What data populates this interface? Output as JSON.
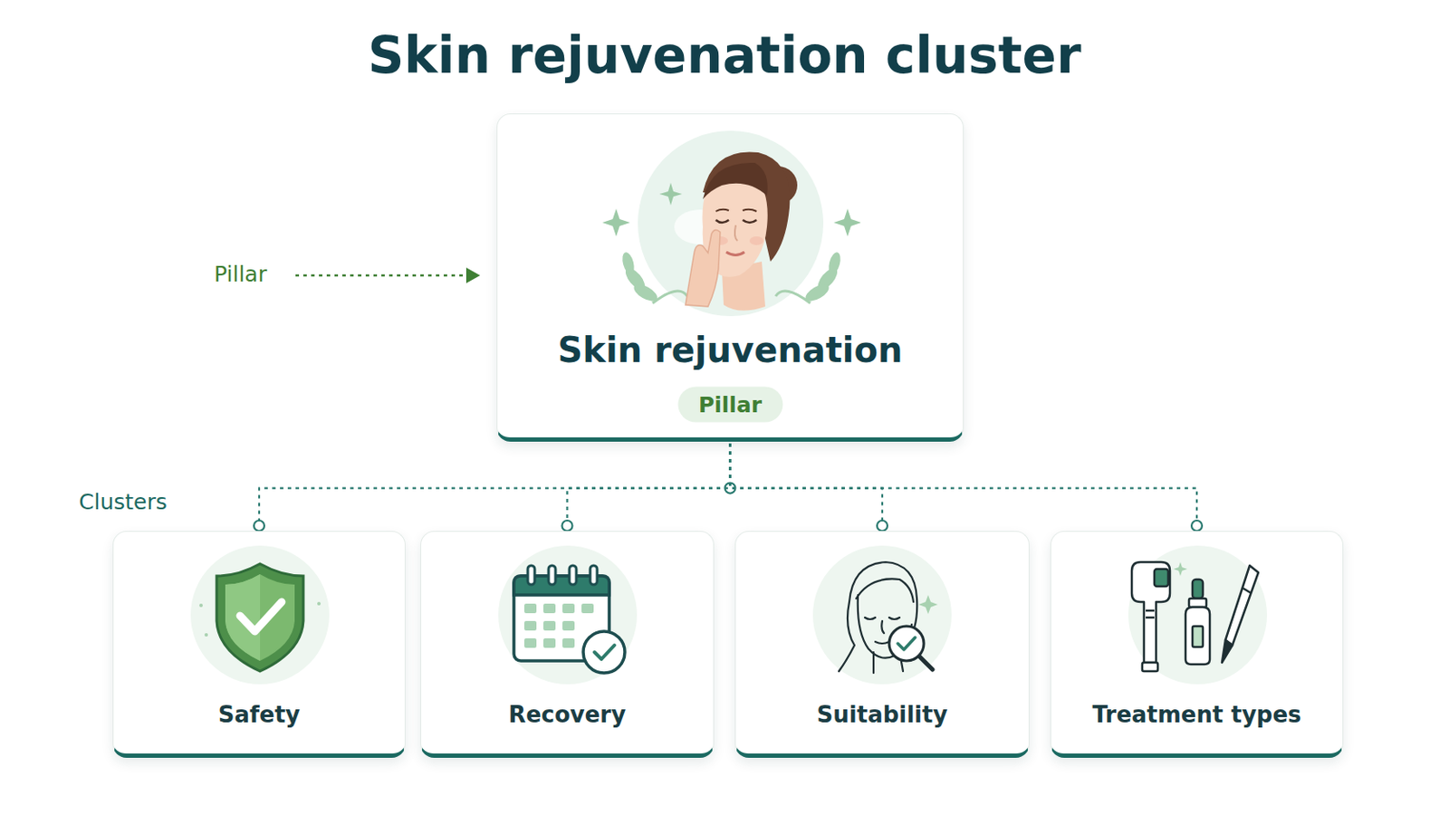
{
  "diagram": {
    "title": "Skin rejuvenation cluster",
    "nodes": [
      {
        "text": [
          "Skin rejuvenation",
          "Pillar"
        ]
      },
      {
        "text": [
          "Safety"
        ]
      },
      {
        "text": [
          "Recovery"
        ]
      },
      {
        "text": [
          "Suitability"
        ]
      },
      {
        "text": [
          "Treatment types"
        ]
      }
    ],
    "edges": [
      {
        "from": 0,
        "to": 1,
        "arrow": "none"
      },
      {
        "from": 0,
        "to": 2,
        "arrow": "none"
      },
      {
        "from": 0,
        "to": 3,
        "arrow": "none"
      },
      {
        "from": 0,
        "to": 4,
        "arrow": "none"
      }
    ],
    "labels": [
      "Pillar",
      "Clusters"
    ]
  }
}
